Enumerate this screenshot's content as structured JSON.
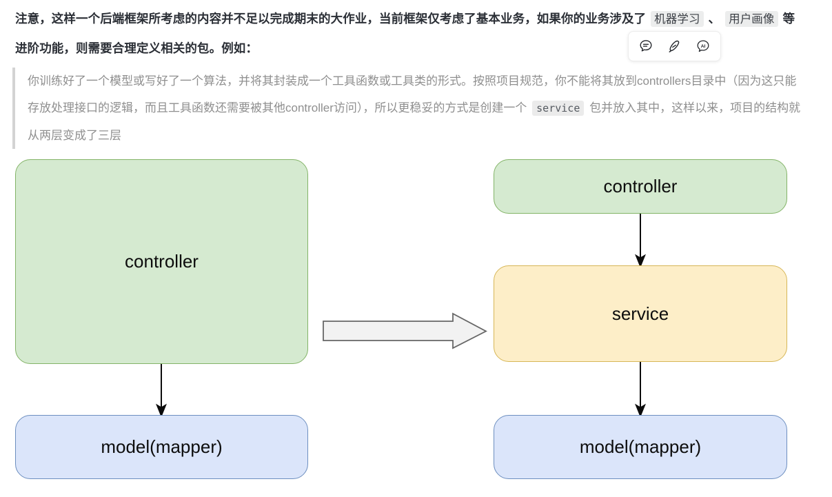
{
  "intro": {
    "part1": "注意，这样一个后端框架所考虑的内容并不足以完成期末的大作业，当前框架仅考虑了基本业务，如果你的业务涉及了 ",
    "chip1": "机器学习",
    "sep": " 、 ",
    "chip2": "用户画像",
    "part2": " 等进阶功能，则需要合理定义相关的包。例如："
  },
  "toolbar": {
    "comment_icon": "comment-icon",
    "feather_icon": "feather-icon",
    "ai_icon": "ai-icon"
  },
  "blockquote": {
    "part1": "你训练好了一个模型或写好了一个算法，并将其封装成一个工具函数或工具类的形式。按照项目规范，你不能将其放到controllers目录中（因为这只能存放处理接口的逻辑，而且工具函数还需要被其他controller访问），所以更稳妥的方式是创建一个 ",
    "chip": "service",
    "part2": " 包并放入其中，这样以来，项目的结构就从两层变成了三层"
  },
  "diagram": {
    "type": "flowchart",
    "left": {
      "nodes": [
        {
          "label": "controller",
          "color": "#d5ead0",
          "border": "#82b366"
        },
        {
          "label": "model(mapper)",
          "color": "#dbe5fa",
          "border": "#6c8ebf"
        }
      ],
      "edges": [
        {
          "from": "controller",
          "to": "model(mapper)"
        }
      ]
    },
    "transition_arrow": "block-arrow-right",
    "right": {
      "nodes": [
        {
          "label": "controller",
          "color": "#d5ead0",
          "border": "#82b366"
        },
        {
          "label": "service",
          "color": "#fdeec8",
          "border": "#d6b656"
        },
        {
          "label": "model(mapper)",
          "color": "#dbe5fa",
          "border": "#6c8ebf"
        }
      ],
      "edges": [
        {
          "from": "controller",
          "to": "service"
        },
        {
          "from": "service",
          "to": "model(mapper)"
        }
      ]
    }
  }
}
